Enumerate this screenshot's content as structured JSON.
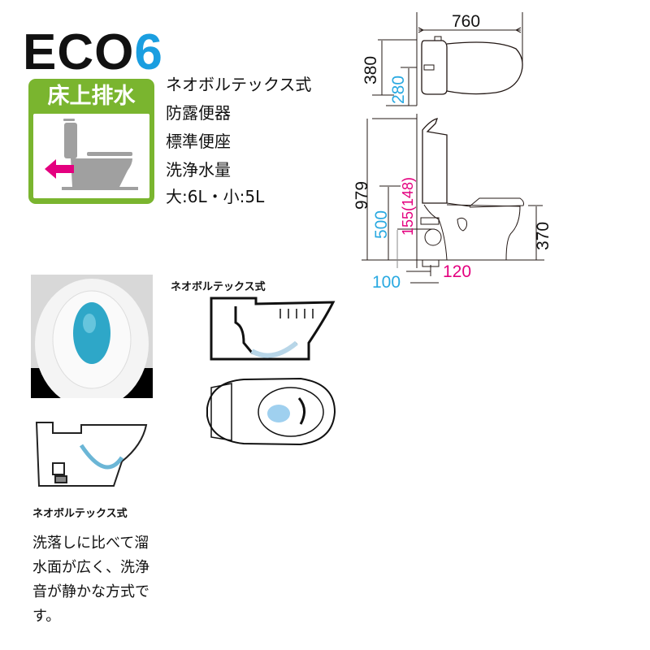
{
  "logo": {
    "prefix": "ECO",
    "number": "6",
    "number_color": "#1a9ee0"
  },
  "badge": {
    "title": "床上排水",
    "color": "#7ab52f",
    "arrow_color": "#e4007f"
  },
  "specs": [
    "ネオボルテックス式",
    "防露便器",
    "標準便座",
    "洗浄水量",
    "大:6L・小:5L"
  ],
  "dimensions": {
    "width": "760",
    "depth": "380",
    "tank_depth": "280",
    "height": "979",
    "pipe_height": "500",
    "drain_height": "155(148)",
    "seat_height": "370",
    "offset_100": "100",
    "offset_120": "120",
    "colors": {
      "black": "#231815",
      "cyan": "#29a9e1",
      "magenta": "#e4007f"
    }
  },
  "diagram_caption": "ネオボルテックス式",
  "photo_caption": "ネオボルテックス式",
  "description": [
    "洗落しに比べて溜",
    "水面が広く、洗浄",
    "音が静かな方式で",
    "す。"
  ]
}
